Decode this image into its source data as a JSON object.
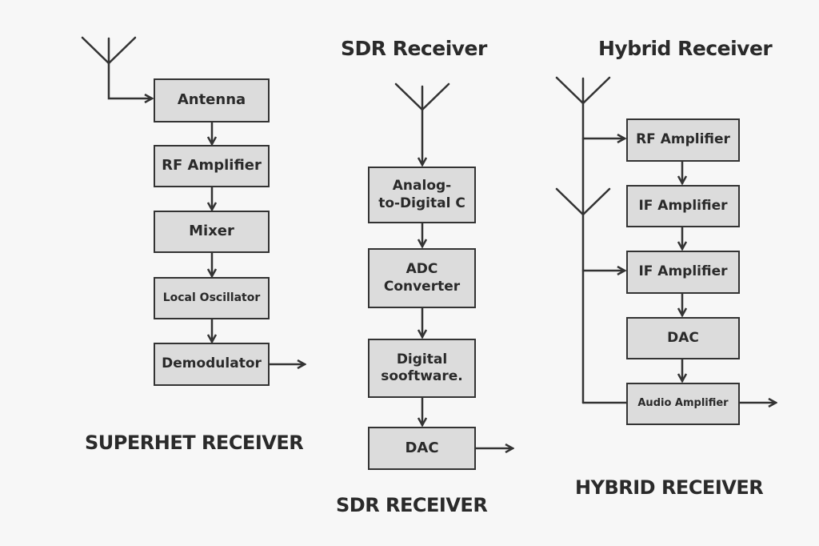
{
  "diagram": {
    "superhet": {
      "caption": "SUPERHET RECEIVER",
      "blocks": [
        "Antenna",
        "RF Amplifier",
        "Mixer",
        "Local Oscillator",
        "Demodulator"
      ]
    },
    "sdr": {
      "heading": "SDR Receiver",
      "caption": "SDR RECEIVER",
      "blocks": [
        "Analog-\nto-Digital C",
        "ADC\nConverter",
        "Digital\nsooftware.",
        "DAC"
      ]
    },
    "hybrid": {
      "heading": "Hybrid Receiver",
      "caption": "HYBRID RECEIVER",
      "blocks": [
        "RF Amplifier",
        "IF Amplifier",
        "IF Amplifier",
        "DAC",
        "Audio Amplifier"
      ]
    },
    "colors": {
      "background": "#f7f7f7",
      "block_fill": "#dcdcdc",
      "stroke": "#333333",
      "text": "#2a2a2a"
    }
  }
}
